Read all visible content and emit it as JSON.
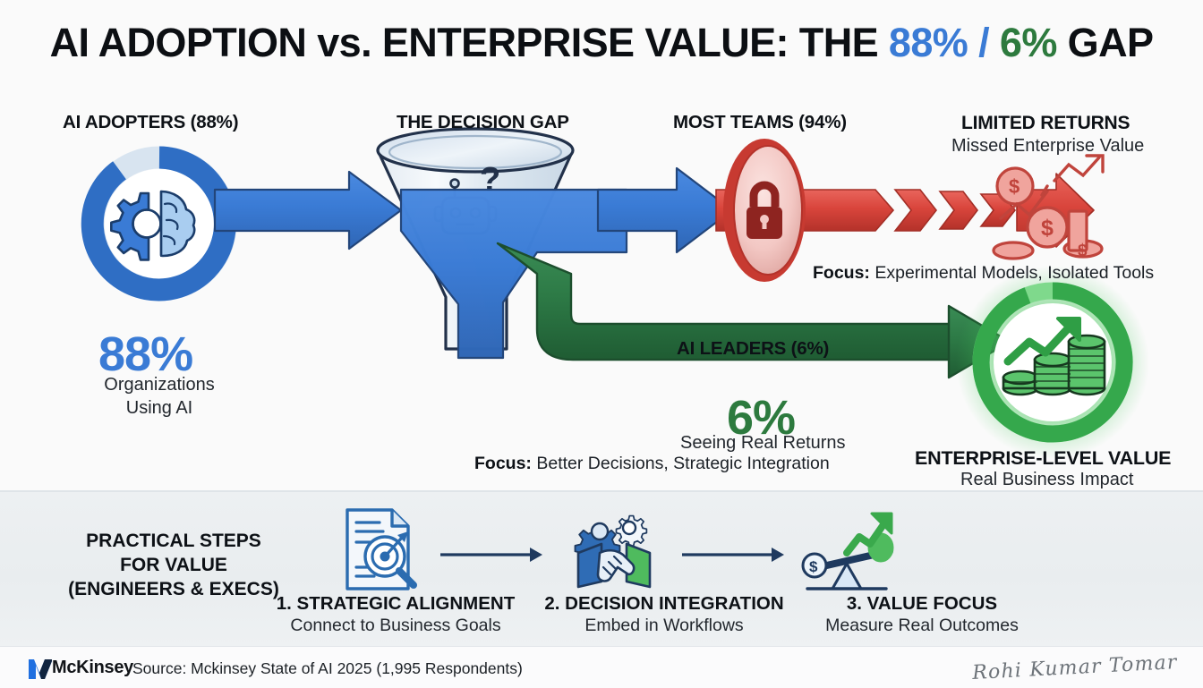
{
  "title": {
    "part1": "AI ADOPTION vs. ENTERPRISE VALUE: THE ",
    "blue_pct": "88%",
    "separator": " / ",
    "green_pct": "6%",
    "part2": " GAP"
  },
  "flow": {
    "adopters": {
      "heading": "AI ADOPTERS (88%)",
      "big_number": "88%",
      "caption_line1": "Organizations",
      "caption_line2": "Using AI",
      "ring_value": 88,
      "icon": "gear-brain-icon"
    },
    "decision_gap": {
      "heading": "THE DECISION GAP",
      "icon": "robot-question-icon"
    },
    "most_teams": {
      "heading": "MOST TEAMS (94%)",
      "icon": "lock-shield-icon",
      "focus_label": "Focus:",
      "focus_text": " Experimental Models, Isolated Tools"
    },
    "limited_returns": {
      "heading": "LIMITED RETURNS",
      "subheading": "Missed Enterprise Value",
      "icon": "declining-money-chart-icon"
    },
    "ai_leaders": {
      "heading": "AI LEADERS (6%)",
      "big_number": "6%",
      "caption": "Seeing Real Returns",
      "focus_label": "Focus:",
      "focus_text": " Better Decisions, Strategic Integration"
    },
    "enterprise_value": {
      "heading": "ENTERPRISE-LEVEL VALUE",
      "subheading": "Real Business Impact",
      "icon": "growth-coins-icon",
      "ring_value": 94
    }
  },
  "practical_steps": {
    "title_line1": "PRACTICAL STEPS",
    "title_line2": "FOR VALUE",
    "title_line3": "(ENGINEERS & EXECS)",
    "steps": [
      {
        "title": "1. STRATEGIC ALIGNMENT",
        "subtitle": "Connect to Business Goals",
        "icon": "document-target-magnifier-icon"
      },
      {
        "title": "2. DECISION INTEGRATION",
        "subtitle": "Embed in Workflows",
        "icon": "gears-handshake-icon"
      },
      {
        "title": "3. VALUE FOCUS",
        "subtitle": "Measure Real Outcomes",
        "icon": "balance-scale-growth-icon"
      }
    ]
  },
  "footer": {
    "logo_text": "McKinsey",
    "logo_icon": "mckinsey-logo-icon",
    "source": "Source: Mckinsey State of AI 2025 (1,995 Respondents)",
    "signature": "Rohi Kumar Tomar"
  },
  "colors": {
    "blue": "#3a7bd5",
    "blue_dark": "#2f66b5",
    "blue_light": "#d8e4f0",
    "green": "#2d7a3e",
    "green_bright": "#38b04a",
    "red": "#d9453c",
    "red_dark": "#a82a22",
    "background": "#fafafa",
    "panel": "#edf0f2"
  }
}
